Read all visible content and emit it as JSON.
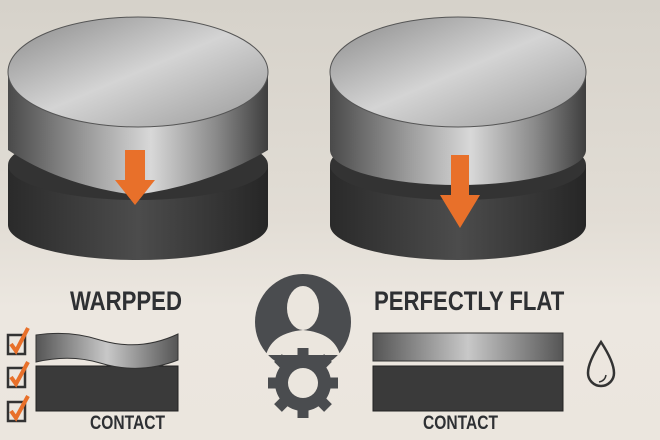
{
  "left_panel": {
    "title": "WARPPED",
    "caption": "CONTACT",
    "checkmarks": 3
  },
  "right_panel": {
    "title": "PERFECTLY FLAT",
    "caption": "CONTACT"
  },
  "colors": {
    "accent": "#e8702a",
    "icon": "#4a4c4f",
    "text": "#2e3033"
  }
}
